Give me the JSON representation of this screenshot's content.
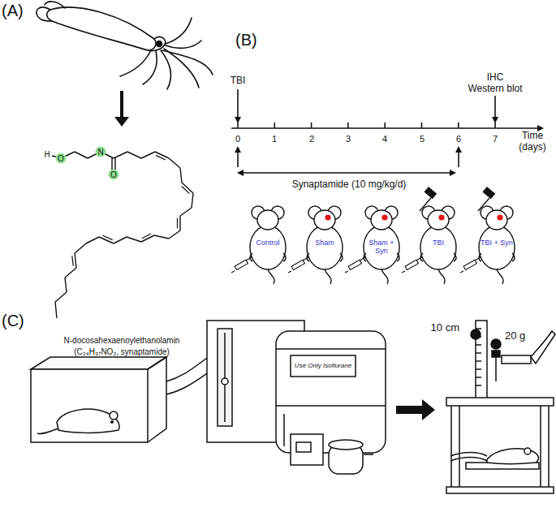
{
  "diagram": {
    "nodes": [
      {
        "text": [
          "Control"
        ]
      },
      {
        "text": [
          "Sham"
        ]
      },
      {
        "text": [
          "Sham + Syn"
        ]
      },
      {
        "text": [
          "TBI"
        ]
      },
      {
        "text": [
          "TBI + Syn"
        ]
      }
    ],
    "labels": [
      "(A)",
      "(B)",
      "(C)",
      "H",
      "O",
      "N",
      "O",
      "N-docosahexaenoylethanolamin",
      "(C₂₄H₃₇NO₂, synaptamide)",
      "TBI",
      "IHC",
      "Western blot",
      "Time",
      "(days)",
      "0",
      "1",
      "2",
      "3",
      "4",
      "5",
      "6",
      "7",
      "Synaptamide (10 mg/kg/d)",
      "Use Only Isoflurane",
      "10 cm",
      "20 g"
    ]
  }
}
